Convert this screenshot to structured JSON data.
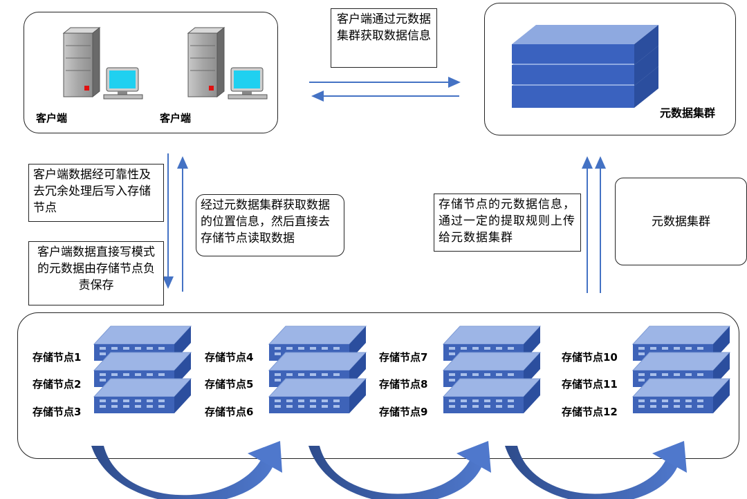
{
  "clients": {
    "client1_label": "客户端",
    "client2_label": "客户端"
  },
  "metadata_cluster": {
    "label": "元数据集群"
  },
  "notes": {
    "client_to_meta": "客户端通过元数据集群获取数据信息",
    "reliability": "客户端数据经可靠性及去冗余处理后写入存储节点",
    "direct_write": "客户端数据直接写模式的元数据由存储节点负责保存",
    "read_path": "经过元数据集群获取数据的位置信息，然后直接去存储节点读取数据",
    "upload_meta": "存储节点的元数据信息，通过一定的提取规则上传给元数据集群",
    "meta_cluster_box": "元数据集群"
  },
  "storage": {
    "nodes": [
      "存储节点1",
      "存储节点2",
      "存储节点3",
      "存储节点4",
      "存储节点5",
      "存储节点6",
      "存储节点7",
      "存储节点8",
      "存储节点9",
      "存储节点10",
      "存储节点11",
      "存储节点12"
    ]
  },
  "colors": {
    "arrow_blue": "#4472C4",
    "server_blue": "#3E63B8",
    "server_light": "#8AA6DD",
    "curve_dark": "#2E4C8C"
  }
}
